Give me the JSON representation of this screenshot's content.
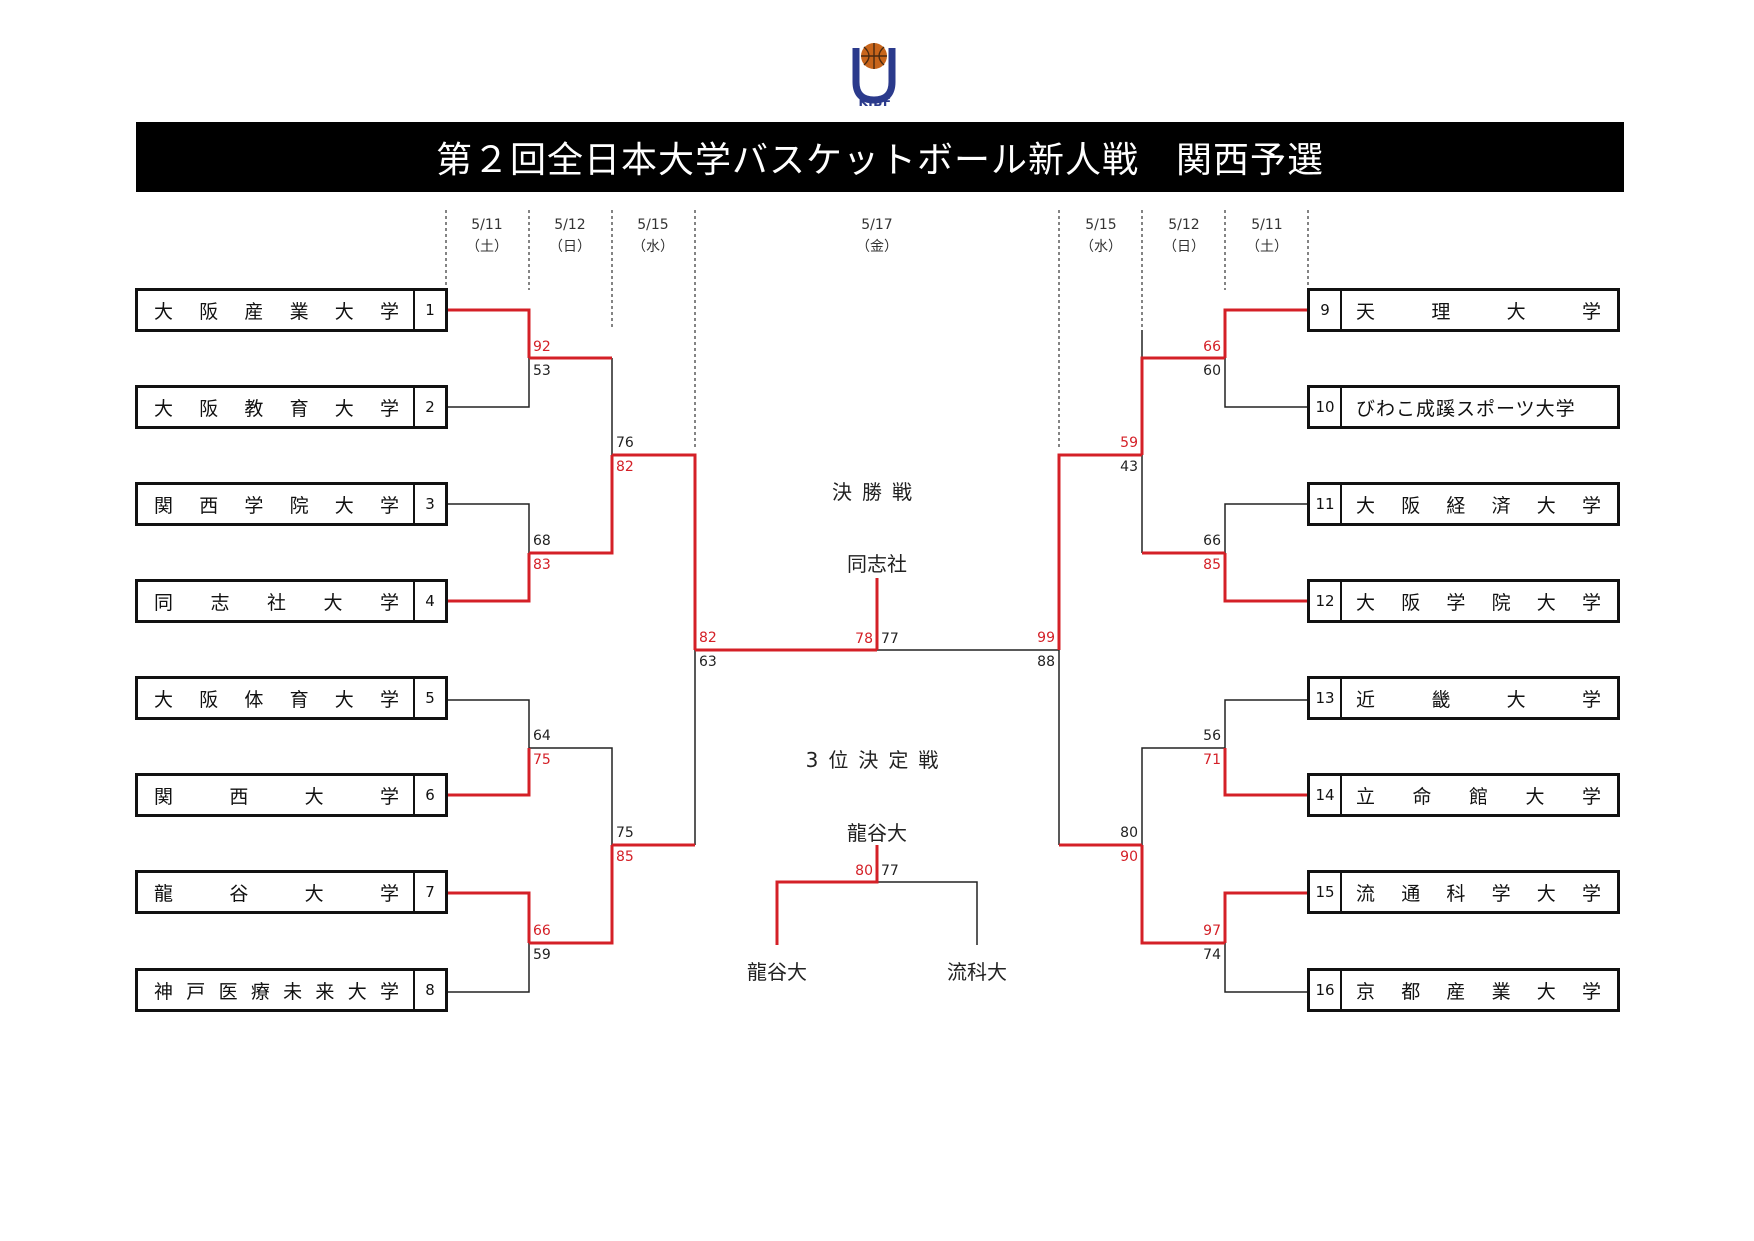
{
  "logo": {
    "text": "KIBF"
  },
  "title": "第２回全日本大学バスケットボール新人戦　関西予選",
  "dates_left": [
    {
      "date": "5/11",
      "dow": "（土）"
    },
    {
      "date": "5/12",
      "dow": "（日）"
    },
    {
      "date": "5/15",
      "dow": "（水）"
    }
  ],
  "date_center": {
    "date": "5/17",
    "dow": "（金）"
  },
  "dates_right": [
    {
      "date": "5/15",
      "dow": "（水）"
    },
    {
      "date": "5/12",
      "dow": "（日）"
    },
    {
      "date": "5/11",
      "dow": "（土）"
    }
  ],
  "left_teams": [
    {
      "seed": "1",
      "name": "大阪産業大学"
    },
    {
      "seed": "2",
      "name": "大阪教育大学"
    },
    {
      "seed": "3",
      "name": "関西学院大学"
    },
    {
      "seed": "4",
      "name": "同志社大学"
    },
    {
      "seed": "5",
      "name": "大阪体育大学"
    },
    {
      "seed": "6",
      "name": "関西大学"
    },
    {
      "seed": "7",
      "name": "龍谷大学"
    },
    {
      "seed": "8",
      "name": "神戸医療未来大学"
    }
  ],
  "right_teams": [
    {
      "seed": "9",
      "name": "天理大学"
    },
    {
      "seed": "10",
      "name": "びわこ成蹊スポーツ大学"
    },
    {
      "seed": "11",
      "name": "大阪経済大学"
    },
    {
      "seed": "12",
      "name": "大阪学院大学"
    },
    {
      "seed": "13",
      "name": "近畿大学"
    },
    {
      "seed": "14",
      "name": "立命館大学"
    },
    {
      "seed": "15",
      "name": "流通科学大学"
    },
    {
      "seed": "16",
      "name": "京都産業大学"
    }
  ],
  "scores": {
    "l_r1_1": {
      "win": "92",
      "lose": "53"
    },
    "l_r1_2": {
      "win": "83",
      "lose": "68"
    },
    "l_r1_3": {
      "win": "75",
      "lose": "64"
    },
    "l_r1_4": {
      "win": "66",
      "lose": "59"
    },
    "l_r2_1": {
      "win": "82",
      "lose": "76"
    },
    "l_r2_2": {
      "win": "85",
      "lose": "75"
    },
    "l_sf": {
      "win": "82",
      "lose": "63"
    },
    "r_r1_1": {
      "win": "66",
      "lose": "60"
    },
    "r_r1_2": {
      "win": "85",
      "lose": "66"
    },
    "r_r1_3": {
      "win": "71",
      "lose": "56"
    },
    "r_r1_4": {
      "win": "97",
      "lose": "74"
    },
    "r_r2_1": {
      "win": "59",
      "lose": "43"
    },
    "r_r2_2": {
      "win": "90",
      "lose": "80"
    },
    "r_sf": {
      "win": "99",
      "lose": "88"
    },
    "final": {
      "left": "78",
      "right": "77"
    },
    "third": {
      "left": "80",
      "right": "77"
    }
  },
  "final_label": "決勝戦",
  "final_winner": "同志社",
  "third_label": "3位決定戦",
  "third_winner": "龍谷大",
  "third_left": "龍谷大",
  "third_right": "流科大",
  "colors": {
    "win": "#d42027",
    "lose": "#222222",
    "header": "#000000"
  }
}
